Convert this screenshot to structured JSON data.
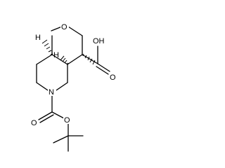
{
  "structure": {
    "atoms": {
      "ring_oxygen": "O",
      "bridgehead_h_top": "H",
      "bridgehead_h_mid": "H",
      "acid_hydroxyl": "OH",
      "acid_carbonyl_o": "O",
      "nitrogen": "N",
      "carbamate_carbonyl_o": "O",
      "carbamate_ester_o": "O"
    }
  },
  "colors": {
    "ink": "#000000",
    "background": "#ffffff"
  }
}
